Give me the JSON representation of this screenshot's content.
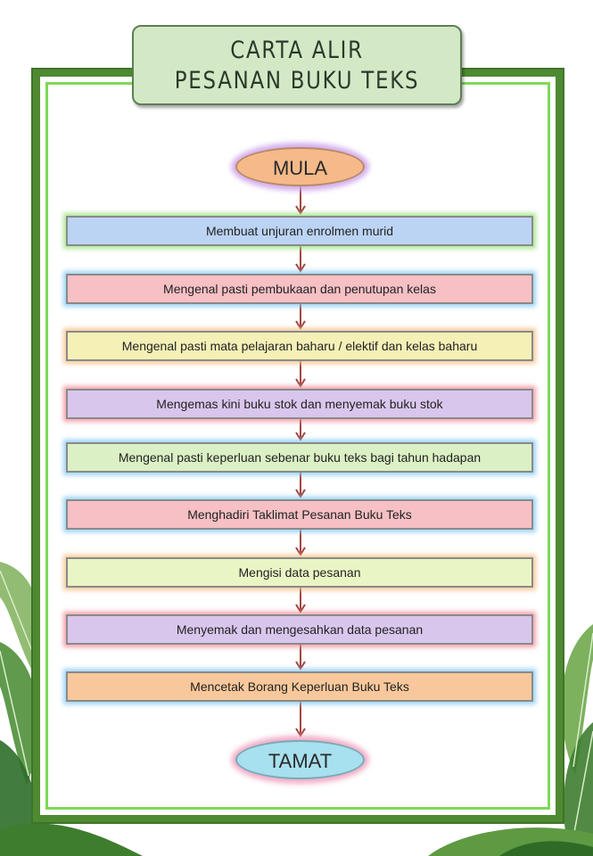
{
  "title": {
    "line1": "CARTA ALIR",
    "line2": "PESANAN BUKU TEKS"
  },
  "start_label": "MULA",
  "end_label": "TAMAT",
  "steps": [
    {
      "label": "Membuat unjuran enrolmen murid",
      "color": "#bcd4f4"
    },
    {
      "label": "Mengenal pasti pembukaan dan penutupan  kelas",
      "color": "#f6c0c4"
    },
    {
      "label": "Mengenal pasti mata pelajaran baharu / elektif dan kelas baharu",
      "color": "#f4f0b6"
    },
    {
      "label": "Mengemas kini buku stok dan menyemak buku stok",
      "color": "#d9c6ec"
    },
    {
      "label": "Mengenal pasti keperluan sebenar buku teks bagi tahun hadapan",
      "color": "#dbf0c4"
    },
    {
      "label": "Menghadiri Taklimat Pesanan Buku Teks",
      "color": "#f6c0c4"
    },
    {
      "label": "Mengisi data pesanan",
      "color": "#eaf5c4"
    },
    {
      "label": "Menyemak dan mengesahkan data pesanan",
      "color": "#d9c6ec"
    },
    {
      "label": "Mencetak Borang Keperluan Buku Teks",
      "color": "#f8c89c"
    }
  ],
  "colors": {
    "frame": "#4e8a32",
    "frame_inner": "#7ed957",
    "banner": "#d3e9c6",
    "arrow": "#a2453f"
  }
}
